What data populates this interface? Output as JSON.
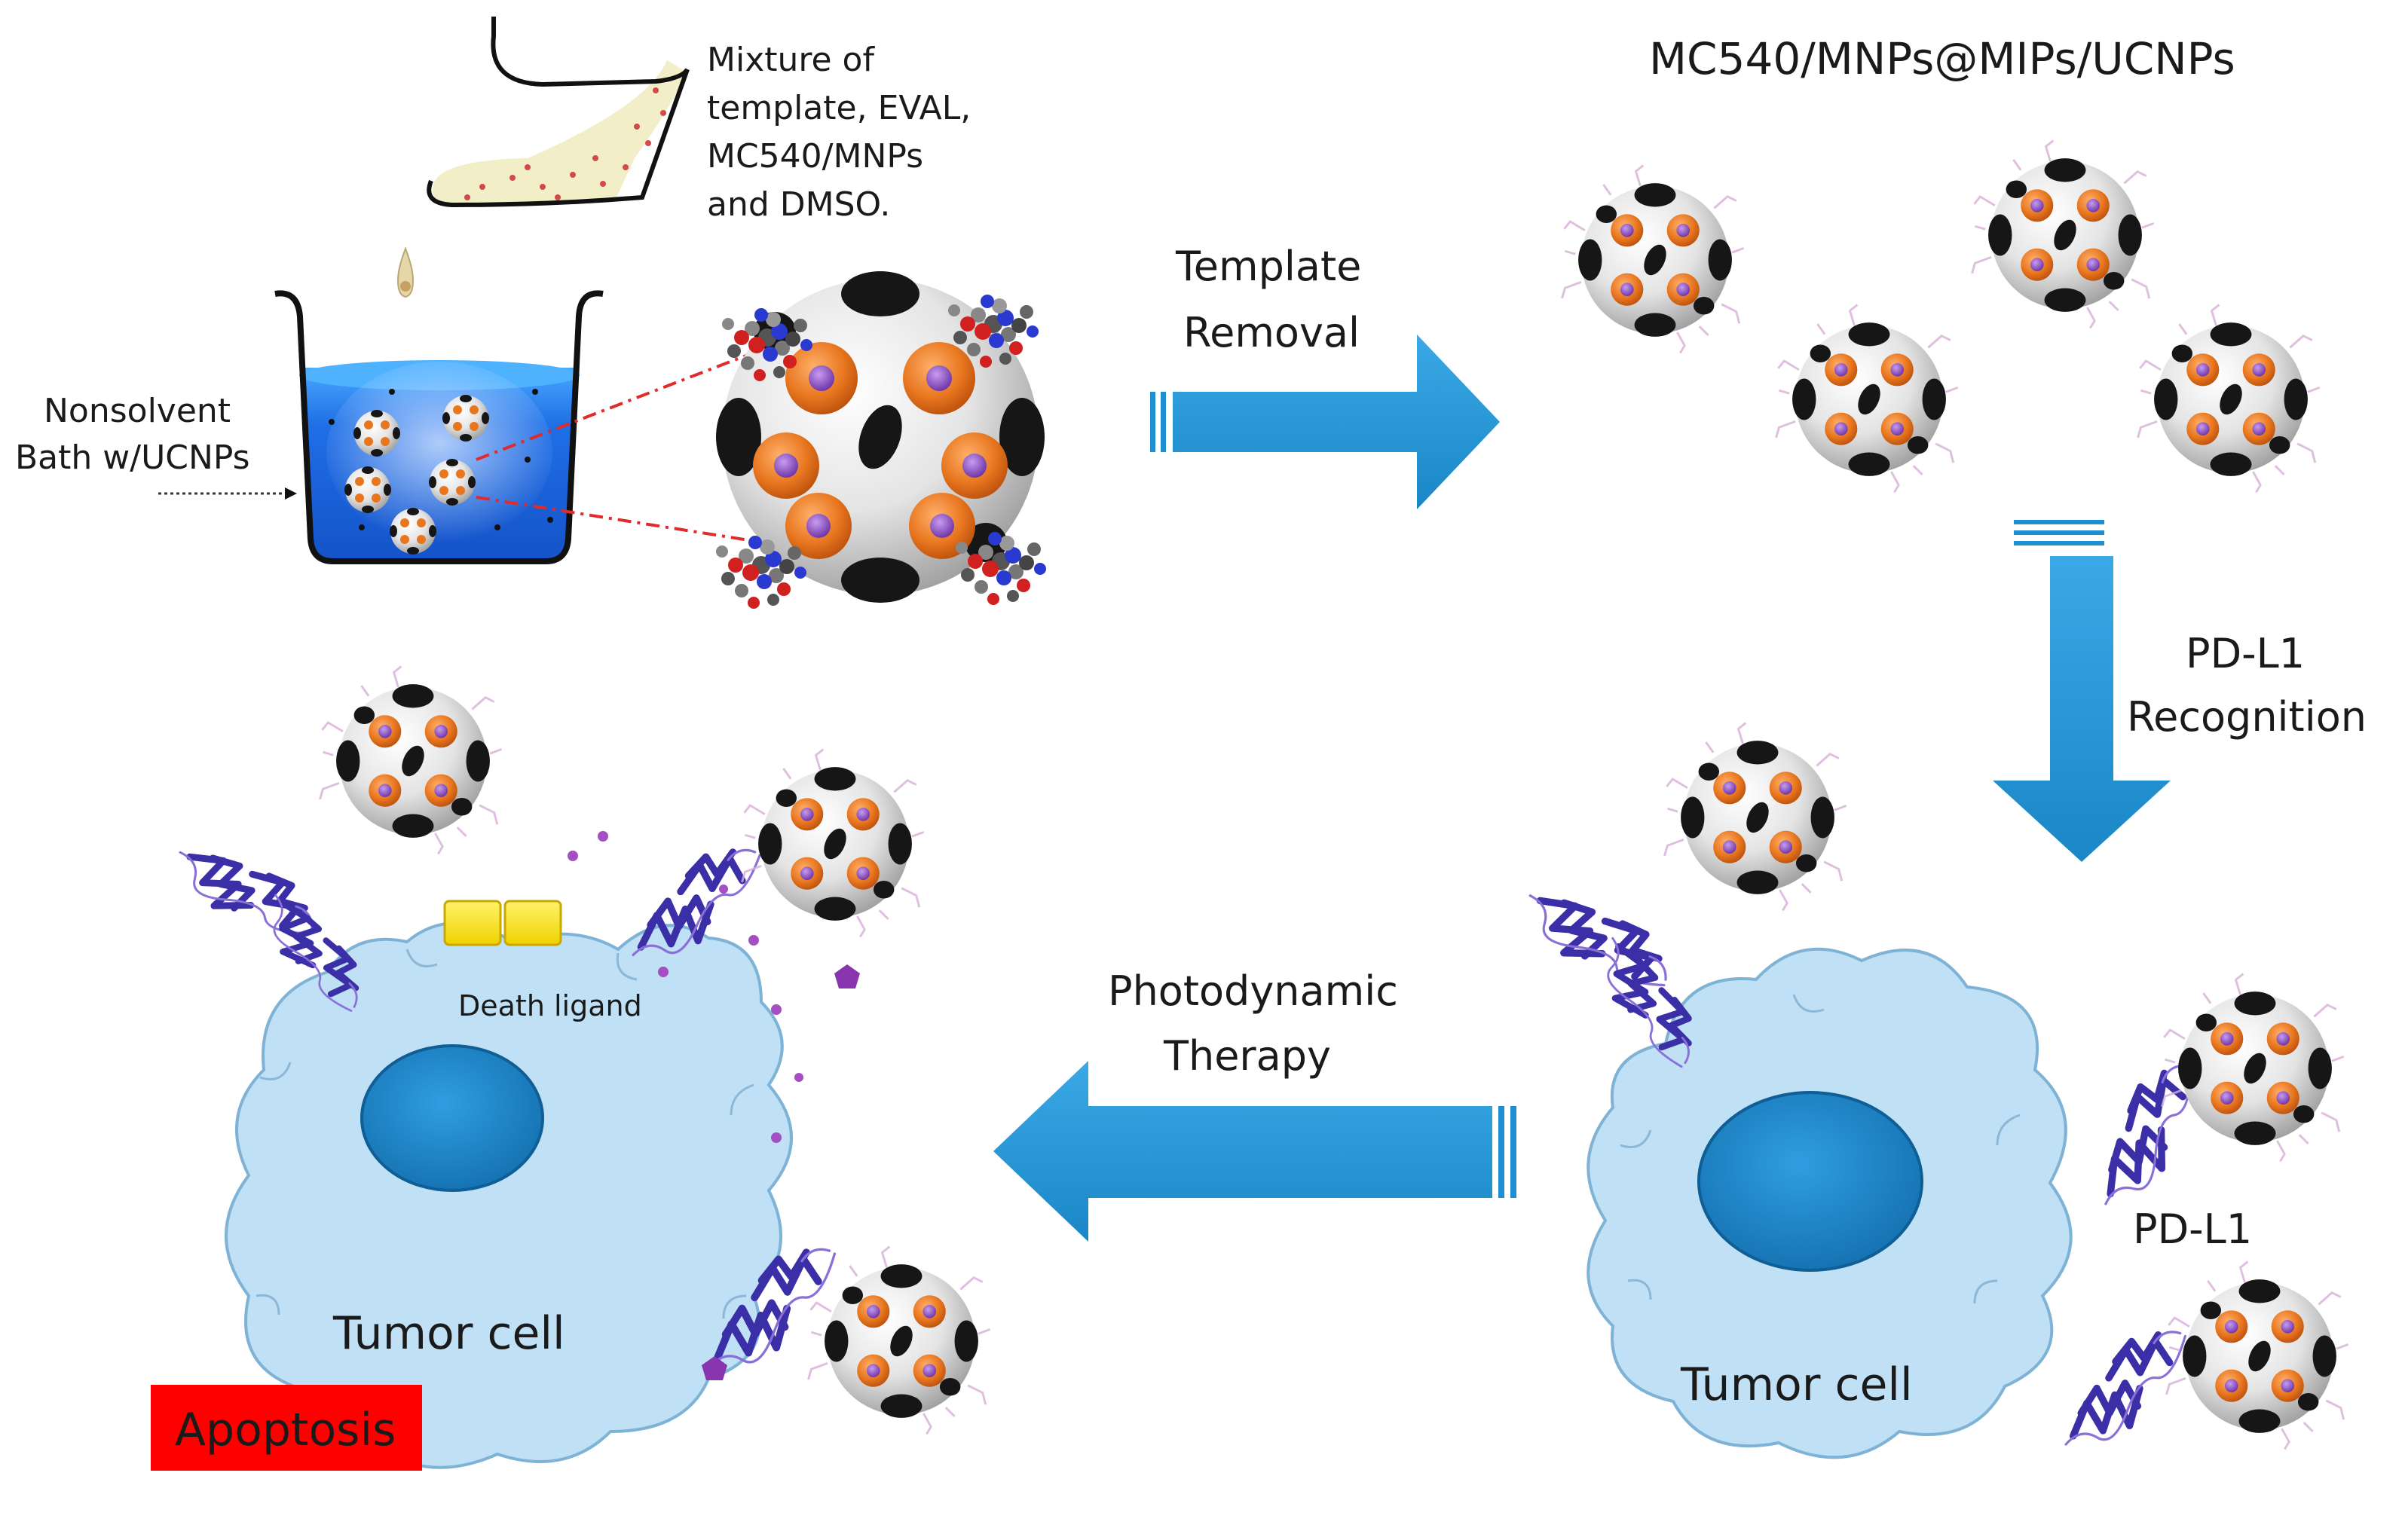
{
  "labels": {
    "mixture_line1": "Mixture of",
    "mixture_line2": "template, EVAL,",
    "mixture_line3": "MC540/MNPs",
    "mixture_line4": "and DMSO.",
    "nonsolvent_line1": "Nonsolvent",
    "nonsolvent_line2": "Bath w/UCNPs",
    "product_title": "MC540/MNPs@MIPs/UCNPs",
    "template_removal_line1": "Template",
    "template_removal_line2": "Removal",
    "recognition_line1": "PD-L1",
    "recognition_line2": "Recognition",
    "photodynamic_line1": "Photodynamic",
    "photodynamic_line2": "Therapy",
    "pdl1_label": "PD-L1",
    "tumor_cell_right": "Tumor cell",
    "tumor_cell_left": "Tumor cell",
    "death_ligand": "Death ligand",
    "apoptosis": "Apoptosis"
  },
  "colors": {
    "arrow": "#2196d3",
    "bath_water": "#1565e0",
    "cell_fill": "#bfe0f5",
    "nucleus": "#1e88c8",
    "particle_core": "#e2e2e2",
    "mnp_orange": "#e8761f",
    "mnp_center": "#7b3fb0",
    "protein": "#3a2fa6",
    "death_ligand": "#f6e11b",
    "apoptosis_bg": "#ff0000",
    "pentagon": "#8a35b0"
  },
  "icons": {
    "particle": "imprinted-nanoparticle-icon",
    "protein": "pd-l1-protein-icon",
    "beaker": "beaker-icon",
    "dropper": "pipette-icon"
  }
}
